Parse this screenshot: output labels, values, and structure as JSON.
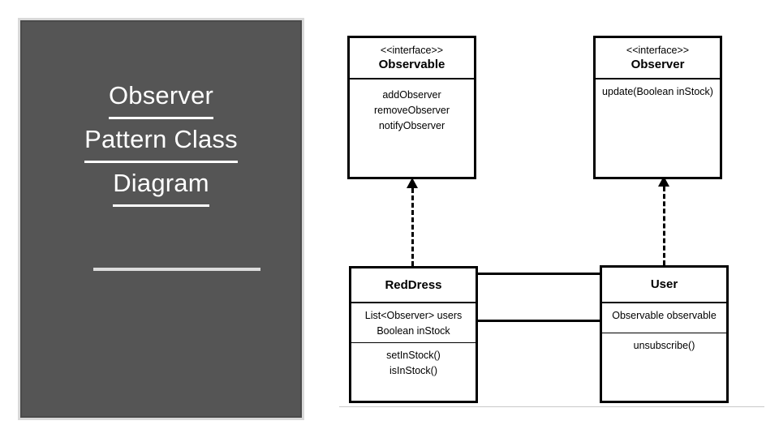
{
  "title_panel": {
    "lines": [
      "Observer",
      "Pattern Class",
      "Diagram"
    ],
    "divider": "horizontal-rule",
    "background_color": "#555555",
    "border_color": "#d9d9d9",
    "text_color": "#ffffff"
  },
  "diagram": {
    "kind": "uml-class-diagram",
    "classes": [
      {
        "id": "observable",
        "stereotype": "<<interface>>",
        "name": "Observable",
        "attributes": [],
        "operations": [
          "addObserver",
          "removeObserver",
          "notifyObserver"
        ]
      },
      {
        "id": "observer",
        "stereotype": "<<interface>>",
        "name": "Observer",
        "attributes": [],
        "operations": [
          "update(Boolean inStock)"
        ]
      },
      {
        "id": "reddress",
        "stereotype": "",
        "name": "RedDress",
        "attributes": [
          "List<Observer> users",
          "Boolean inStock"
        ],
        "operations": [
          "setInStock()",
          "isInStock()"
        ]
      },
      {
        "id": "user",
        "stereotype": "",
        "name": "User",
        "attributes": [
          "Observable observable"
        ],
        "operations": [
          "unsubscribe()"
        ]
      }
    ],
    "relationships": [
      {
        "type": "realization",
        "from": "reddress",
        "to": "observable",
        "style": "dashed",
        "arrow": "closed-triangle"
      },
      {
        "type": "realization",
        "from": "user",
        "to": "observer",
        "style": "dashed",
        "arrow": "closed-triangle"
      },
      {
        "type": "composition",
        "from": "reddress",
        "to": "user",
        "style": "solid",
        "diamond_end": "user"
      },
      {
        "type": "composition",
        "from": "user",
        "to": "reddress",
        "style": "solid",
        "diamond_end": "reddress"
      }
    ]
  }
}
